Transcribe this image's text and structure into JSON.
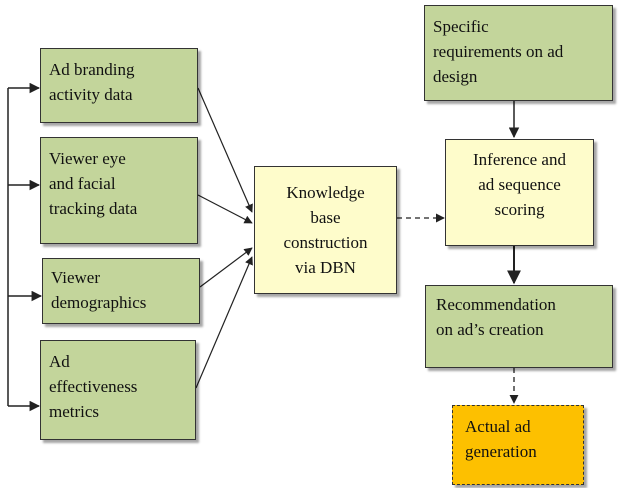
{
  "boxes": {
    "ad_branding": {
      "lines": [
        "Ad branding",
        "activity  data"
      ]
    },
    "viewer_tracking": {
      "lines": [
        "Viewer  eye",
        "and facial",
        "tracking  data"
      ]
    },
    "viewer_demographics": {
      "lines": [
        "Viewer",
        "demographics"
      ]
    },
    "ad_effectiveness": {
      "lines": [
        "Ad",
        "effectiveness",
        "metrics"
      ]
    },
    "knowledge_base": {
      "lines": [
        "Knowledge",
        "base",
        "construction",
        "via DBN"
      ]
    },
    "specific_requirements": {
      "lines": [
        "Specific",
        "requirements  on ad",
        "design"
      ]
    },
    "inference_scoring": {
      "lines": [
        "Inference  and",
        "ad sequence",
        "scoring"
      ]
    },
    "recommendation": {
      "lines": [
        "Recommendation",
        "on ad’s creation"
      ]
    },
    "actual_generation": {
      "lines": [
        "Actual  ad",
        "generation"
      ]
    }
  },
  "colors": {
    "input_box": "#c3d59b",
    "process_box": "#fefccb",
    "output_box": "#fdc000",
    "line": "#222222"
  }
}
